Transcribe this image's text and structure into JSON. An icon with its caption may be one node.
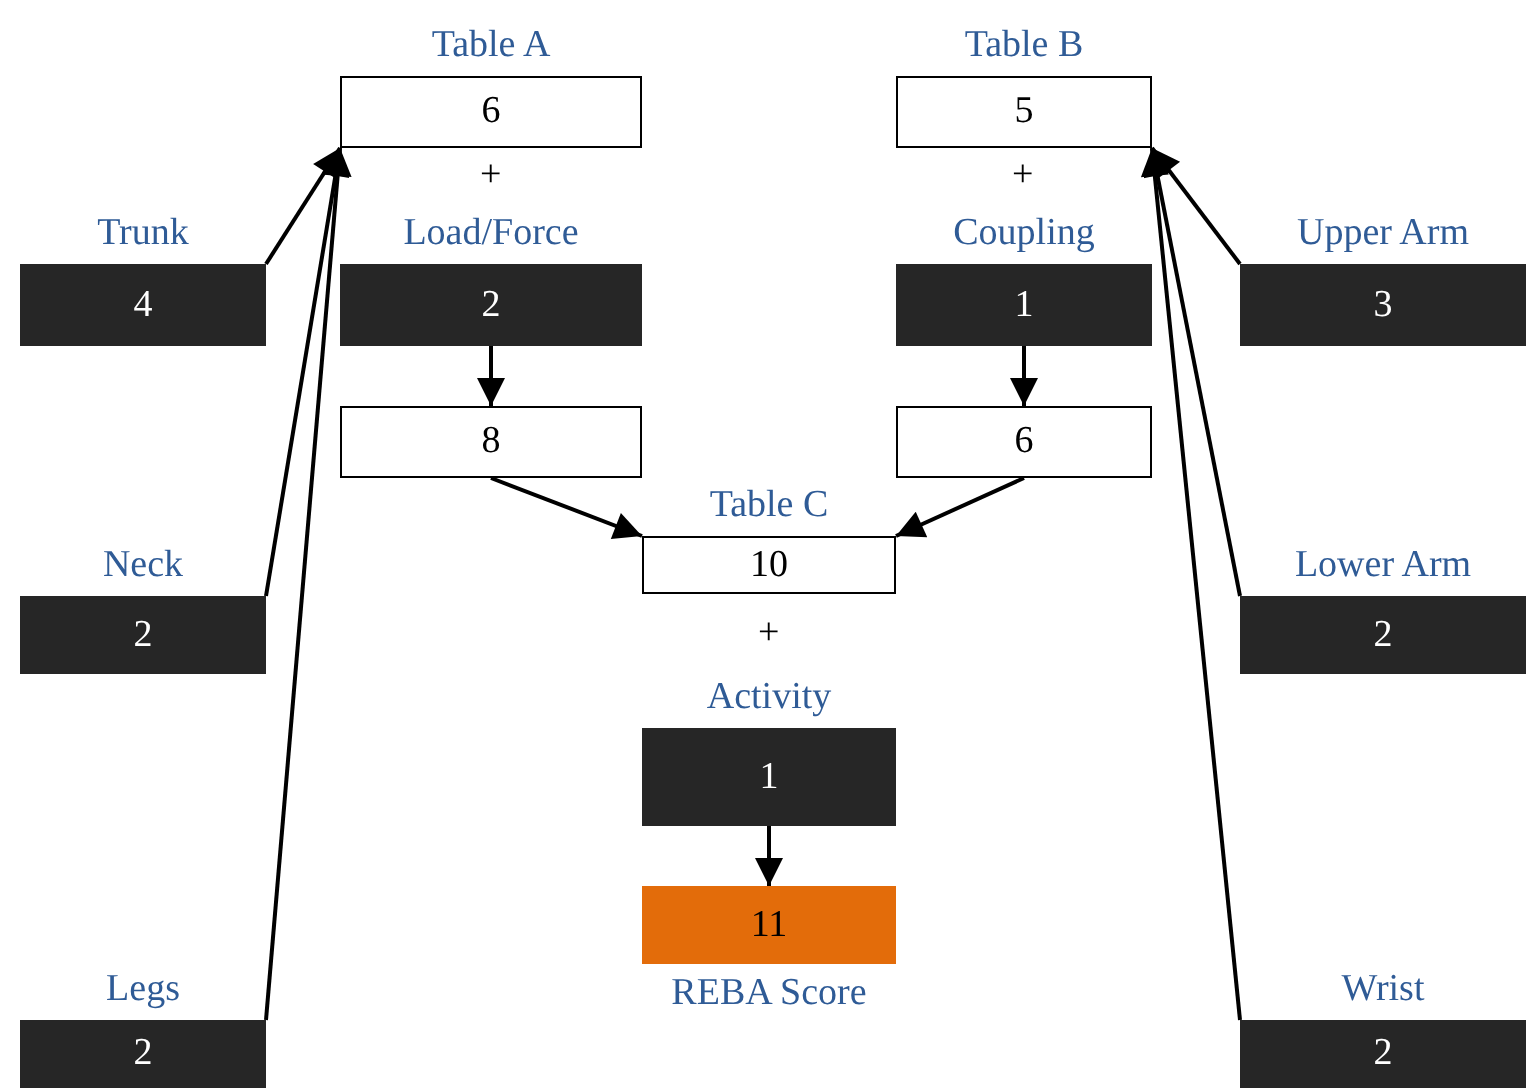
{
  "diagram": {
    "nodes": [
      {
        "text": [
          "Table A",
          "6"
        ]
      },
      {
        "text": [
          "Table B",
          "5"
        ]
      },
      {
        "text": [
          "Trunk",
          "4"
        ]
      },
      {
        "text": [
          "Load/Force",
          "2"
        ]
      },
      {
        "text": [
          "Coupling",
          "1"
        ]
      },
      {
        "text": [
          "Upper Arm",
          "3"
        ]
      },
      {
        "text": [
          "8"
        ]
      },
      {
        "text": [
          "6"
        ]
      },
      {
        "text": [
          "Table C",
          "10"
        ]
      },
      {
        "text": [
          "Neck",
          "2"
        ]
      },
      {
        "text": [
          "Lower Arm",
          "2"
        ]
      },
      {
        "text": [
          "Activity",
          "1"
        ]
      },
      {
        "text": [
          "11",
          "REBA Score"
        ]
      },
      {
        "text": [
          "Legs",
          "2"
        ]
      },
      {
        "text": [
          "Wrist",
          "2"
        ]
      }
    ],
    "edges": [
      {
        "from": 2,
        "to": 0,
        "arrow": "to"
      },
      {
        "from": 9,
        "to": 0,
        "arrow": "to"
      },
      {
        "from": 13,
        "to": 0,
        "arrow": "to"
      },
      {
        "from": 5,
        "to": 1,
        "arrow": "to"
      },
      {
        "from": 10,
        "to": 1,
        "arrow": "to"
      },
      {
        "from": 14,
        "to": 1,
        "arrow": "to"
      },
      {
        "from": 3,
        "to": 6,
        "arrow": "to"
      },
      {
        "from": 4,
        "to": 7,
        "arrow": "to"
      },
      {
        "from": 6,
        "to": 8,
        "arrow": "to"
      },
      {
        "from": 7,
        "to": 8,
        "arrow": "to"
      },
      {
        "from": 11,
        "to": 12,
        "arrow": "to"
      }
    ],
    "labels": [
      "+",
      "+",
      "+"
    ]
  }
}
